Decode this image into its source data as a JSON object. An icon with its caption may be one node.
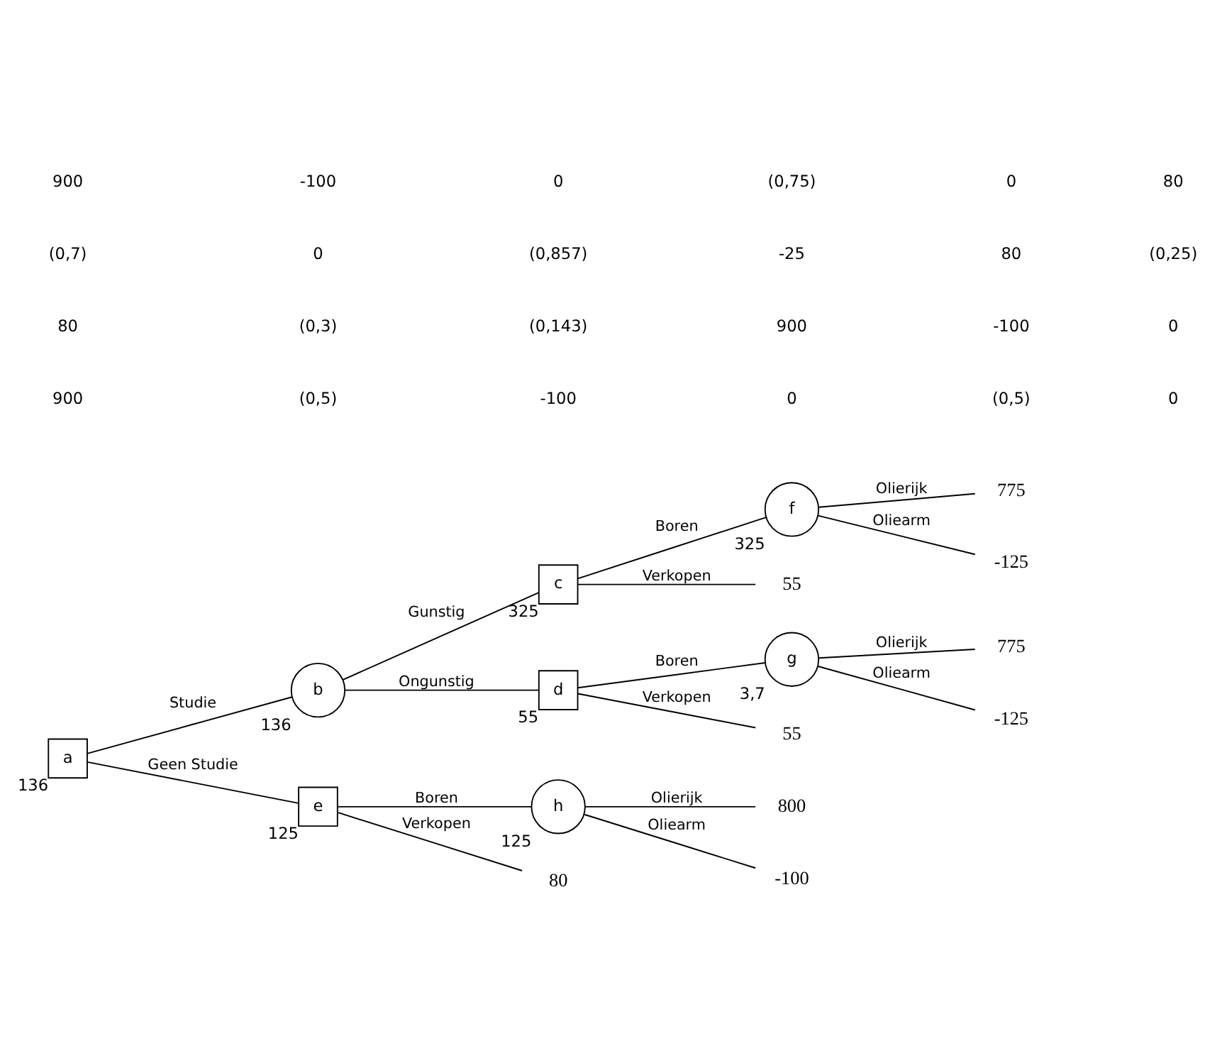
{
  "diagram": {
    "nodes": [
      {
        "text": [
          "a"
        ],
        "beside": [
          "136"
        ]
      },
      {
        "text": [
          "b"
        ],
        "beside": [
          "136"
        ]
      },
      {
        "text": [
          "c"
        ],
        "beside": [
          "325"
        ]
      },
      {
        "text": [
          "d"
        ],
        "beside": [
          "55"
        ]
      },
      {
        "text": [
          "e"
        ],
        "beside": [
          "125"
        ]
      },
      {
        "text": [
          "f"
        ],
        "beside": [
          "325"
        ]
      },
      {
        "text": [
          "g"
        ],
        "beside": [
          "3,7"
        ]
      },
      {
        "text": [
          "h"
        ],
        "beside": [
          "125"
        ]
      },
      {
        "text": [
          "775"
        ]
      },
      {
        "text": [
          "-125"
        ]
      },
      {
        "text": [
          "55"
        ]
      },
      {
        "text": [
          "775"
        ]
      },
      {
        "text": [
          "-125"
        ]
      },
      {
        "text": [
          "55"
        ]
      },
      {
        "text": [
          "800"
        ]
      },
      {
        "text": [
          "-100"
        ]
      },
      {
        "text": [
          "80"
        ]
      }
    ],
    "edges": [
      {
        "from": 0,
        "to": 1,
        "arrow": "none",
        "label": "Studie"
      },
      {
        "from": 0,
        "to": 4,
        "arrow": "none",
        "label": "Geen Studie"
      },
      {
        "from": 1,
        "to": 2,
        "arrow": "none",
        "label": "Gunstig"
      },
      {
        "from": 1,
        "to": 3,
        "arrow": "none",
        "label": "Ongunstig"
      },
      {
        "from": 2,
        "to": 5,
        "arrow": "none",
        "label": "Boren"
      },
      {
        "from": 2,
        "to": 10,
        "arrow": "none",
        "label": "Verkopen"
      },
      {
        "from": 5,
        "to": 8,
        "arrow": "none",
        "label": "Olierijk"
      },
      {
        "from": 5,
        "to": 9,
        "arrow": "none",
        "label": "Oliearm"
      },
      {
        "from": 3,
        "to": 6,
        "arrow": "none",
        "label": "Boren"
      },
      {
        "from": 3,
        "to": 13,
        "arrow": "none",
        "label": "Verkopen"
      },
      {
        "from": 6,
        "to": 11,
        "arrow": "none",
        "label": "Olierijk"
      },
      {
        "from": 6,
        "to": 12,
        "arrow": "none",
        "label": "Oliearm"
      },
      {
        "from": 4,
        "to": 7,
        "arrow": "none",
        "label": "Boren"
      },
      {
        "from": 4,
        "to": 16,
        "arrow": "none",
        "label": "Verkopen"
      },
      {
        "from": 7,
        "to": 14,
        "arrow": "none",
        "label": "Olierijk"
      },
      {
        "from": 7,
        "to": 15,
        "arrow": "none",
        "label": "Oliearm"
      }
    ],
    "labels": [
      "900",
      "(0,5)",
      "-100",
      "0",
      "(0,5)",
      "0",
      "80",
      "(0,3)",
      "(0,143)",
      "900",
      "-100",
      "0",
      "(0,7)",
      "0",
      "(0,857)",
      "-25",
      "80",
      "(0,25)",
      "900",
      "-100",
      "0",
      "(0,75)",
      "0",
      "80"
    ]
  }
}
